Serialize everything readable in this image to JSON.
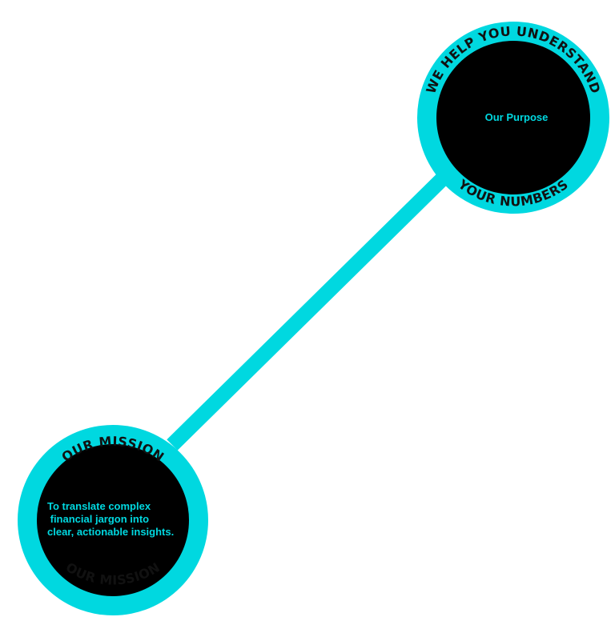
{
  "colors": {
    "accent": "#00d8e0",
    "circle_fill": "#000000",
    "ring_text": "#111111",
    "background": "#ffffff"
  },
  "purpose": {
    "ring_top": "WE HELP YOU UNDERSTAND",
    "ring_bottom": "YOUR NUMBERS",
    "center": "Our Purpose"
  },
  "mission": {
    "ring_top": "OUR MISSION",
    "ring_bottom": "OUR MISSION",
    "center_lines": [
      "To translate complex",
      " financial jargon into",
      "clear, actionable insights."
    ]
  }
}
